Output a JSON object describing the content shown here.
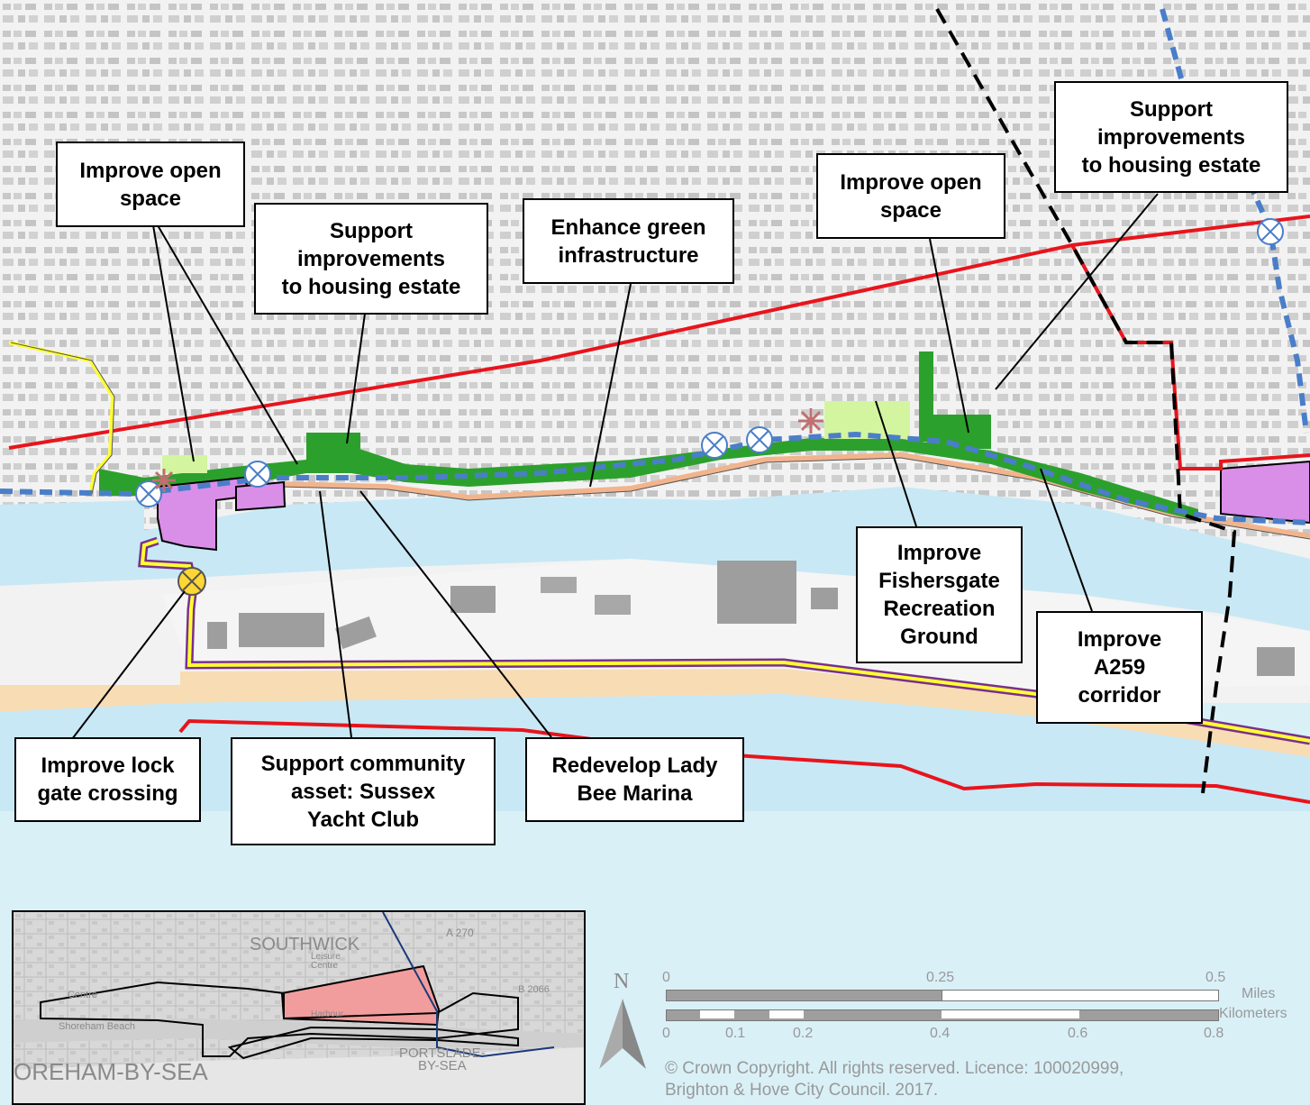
{
  "map": {
    "colors": {
      "water": "#d9f0f7",
      "river": "#c8e8f5",
      "beach": "#f7dcb4",
      "land": "#f2f2f2",
      "building": "#9e9e9e",
      "green": "#2ca02c",
      "light_green": "#d4f5a0",
      "boundary_red": "#e8141c",
      "route_blue": "#4a7ec8",
      "purple": "#7a2f8f",
      "yellow": "#ffff33",
      "magenta_site": "#d98ee8",
      "promenade": "#f2b48c"
    },
    "callouts": [
      {
        "id": "improve-open-space-west",
        "text": "Improve open\nspace"
      },
      {
        "id": "support-housing-estate-west",
        "text": "Support\nimprovements\nto housing estate"
      },
      {
        "id": "enhance-green-infrastructure",
        "text": "Enhance green\ninfrastructure"
      },
      {
        "id": "improve-open-space-east",
        "text": "Improve open\nspace"
      },
      {
        "id": "support-housing-estate-east",
        "text": "Support\nimprovements\nto housing estate"
      },
      {
        "id": "improve-fishersgate",
        "text": "Improve\nFishersgate\nRecreation\nGround"
      },
      {
        "id": "improve-a259",
        "text": "Improve\nA259\ncorridor"
      },
      {
        "id": "improve-lock-gate",
        "text": "Improve lock\ngate crossing"
      },
      {
        "id": "support-community-asset",
        "text": "Support community\nasset: Sussex\nYacht Club"
      },
      {
        "id": "redevelop-lady-bee",
        "text": "Redevelop Lady\nBee Marina"
      }
    ],
    "north_label": "N",
    "scale": {
      "miles_ticks": [
        "0",
        "0.25",
        "0.5"
      ],
      "miles_unit": "Miles",
      "km_ticks": [
        "0",
        "0.1",
        "0.2",
        "0.4",
        "0.6",
        "0.8"
      ],
      "km_unit": "Kilometers"
    },
    "copyright": "© Crown Copyright. All rights reserved. Licence: 100020999,\nBrighton & Hove City Council. 2017.",
    "inset": {
      "labels": {
        "southwick": "SOUTHWICK",
        "shoreham": "OREHAM-BY-SEA",
        "portslade": "PORTSLADE-\nBY-SEA",
        "a270": "A 270",
        "leisure_centre": "Leisure\nCentre",
        "shoreham_beach": "Shoreham Beach",
        "centre": "Centre",
        "harbour": "Harbour",
        "b2066": "B 2066"
      }
    }
  }
}
